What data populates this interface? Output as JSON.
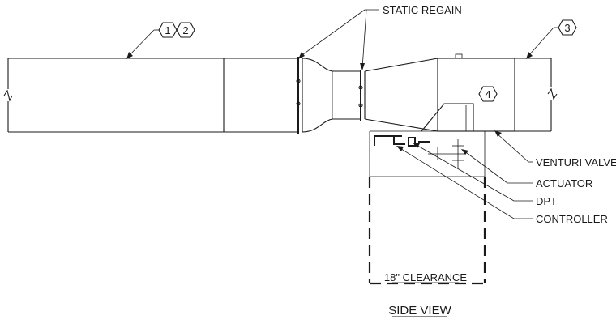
{
  "labels": {
    "static_regain": "STATIC REGAIN",
    "venturi_valve": "VENTURI VALVE",
    "actuator": "ACTUATOR",
    "dpt": "DPT",
    "controller": "CONTROLLER",
    "clearance": "18\" CLEARANCE",
    "view_title": "SIDE VIEW"
  },
  "tags": {
    "t1": "1",
    "t2": "2",
    "t3": "3",
    "t4": "4"
  }
}
